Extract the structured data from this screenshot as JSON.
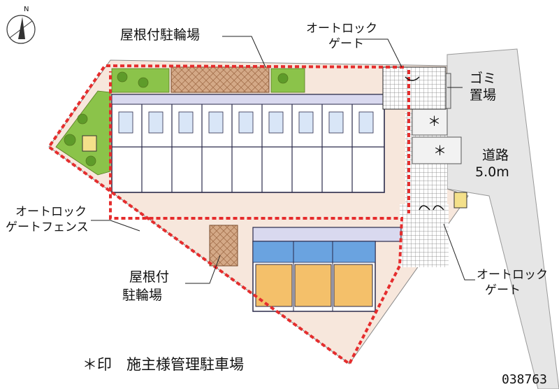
{
  "colors": {
    "lot": "#f7e7dc",
    "road": "#e6e6e6",
    "plaza": "#ececec",
    "boundary": "#e52d2d",
    "greenery": "#8bc34a",
    "bike_roof": "#d4a987",
    "building_floor": "#ffffff",
    "unit_fill": "#f4c06a",
    "unit_blue": "#6aa3e0",
    "outline": "#2a2a4a"
  },
  "labels": {
    "bike_top": "屋根付駐輪場",
    "gate_top_line1": "オートロック",
    "gate_top_line2": "ゲート",
    "garbage_line1": "ゴミ",
    "garbage_line2": "置場",
    "road_line1": "道路",
    "road_line2": "5.0m",
    "fence_line1": "オートロック",
    "fence_line2": "ゲートフェンス",
    "bike_left_line1": "屋根付",
    "bike_left_line2": "駐輪場",
    "gate_right_line1": "オートロック",
    "gate_right_line2": "ゲート",
    "parking_mark_1": "＊",
    "parking_mark_2": "＊",
    "legend": "＊印　施主様管理駐車場",
    "code": "038763",
    "compass_n": "N"
  }
}
